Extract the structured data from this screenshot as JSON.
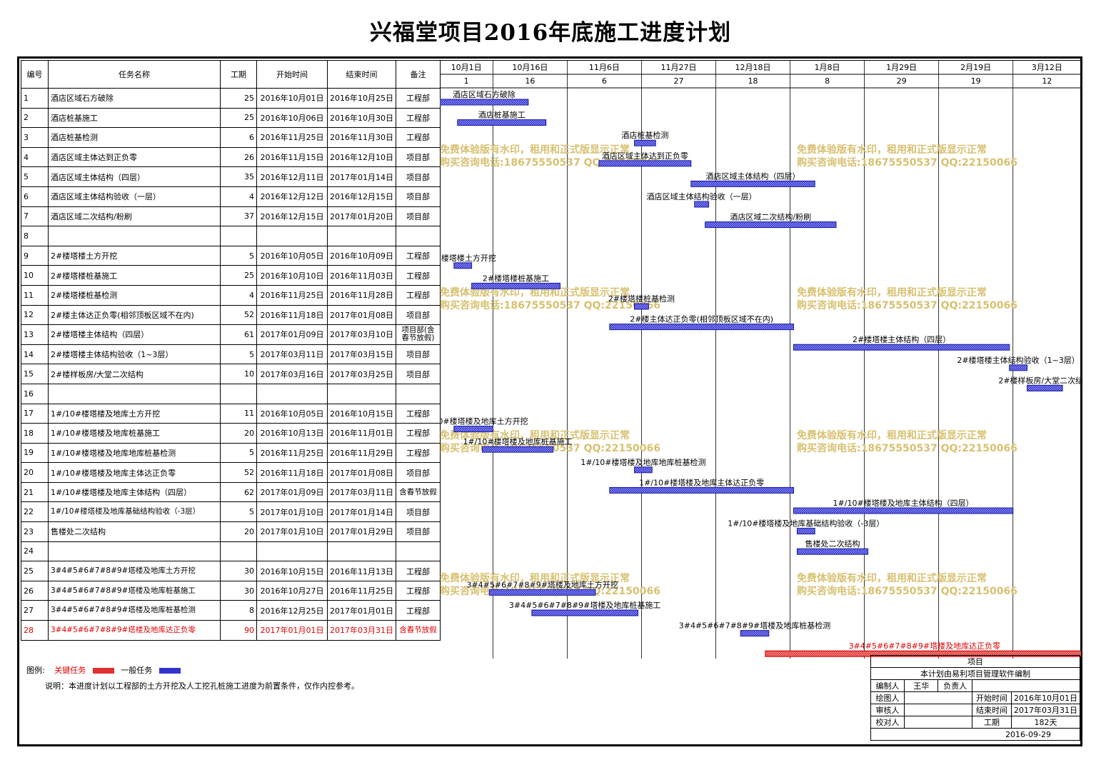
{
  "title": "兴福堂项目2016年底施工进度计划",
  "headers": [
    "编号",
    "任务名称",
    "工期",
    "开始时间",
    "结束时间",
    "备注"
  ],
  "timeline": {
    "weeks": [
      {
        "date": "10月1日",
        "day": "1",
        "offset": 0
      },
      {
        "date": "10月16日",
        "day": "16",
        "offset": 15
      },
      {
        "date": "11月6日",
        "day": "6",
        "offset": 36
      },
      {
        "date": "11月27日",
        "day": "27",
        "offset": 57
      },
      {
        "date": "12月18日",
        "day": "18",
        "offset": 78
      },
      {
        "date": "1月8日",
        "day": "8",
        "offset": 99
      },
      {
        "date": "1月29日",
        "day": "29",
        "offset": 120
      },
      {
        "date": "2月19日",
        "day": "19",
        "offset": 141
      },
      {
        "date": "3月12日",
        "day": "12",
        "offset": 162
      }
    ]
  },
  "tasks": [
    {
      "id": "1",
      "name": "酒店区域石方破除",
      "dur": "25",
      "start": "2016年10月01日",
      "end": "2016年10月25日",
      "note": "工程部",
      "s": 0,
      "d": 25
    },
    {
      "id": "2",
      "name": "酒店桩基施工",
      "dur": "25",
      "start": "2016年10月06日",
      "end": "2016年10月30日",
      "note": "工程部",
      "s": 5,
      "d": 25
    },
    {
      "id": "3",
      "name": "酒店桩基检测",
      "dur": "6",
      "start": "2016年11月25日",
      "end": "2016年11月30日",
      "note": "工程部",
      "s": 55,
      "d": 6
    },
    {
      "id": "4",
      "name": "酒店区域主体达到正负零",
      "dur": "26",
      "start": "2016年11月15日",
      "end": "2016年12月10日",
      "note": "项目部",
      "s": 45,
      "d": 26
    },
    {
      "id": "5",
      "name": "酒店区域主体结构（四层）",
      "dur": "35",
      "start": "2016年12月11日",
      "end": "2017年01月14日",
      "note": "项目部",
      "s": 71,
      "d": 35
    },
    {
      "id": "6",
      "name": "酒店区域主体结构验收（一层）",
      "dur": "4",
      "start": "2016年12月12日",
      "end": "2016年12月15日",
      "note": "项目部",
      "s": 72,
      "d": 4
    },
    {
      "id": "7",
      "name": "酒店区域二次结构/粉刷",
      "dur": "37",
      "start": "2016年12月15日",
      "end": "2017年01月20日",
      "note": "项目部",
      "s": 75,
      "d": 37
    },
    {
      "id": "8",
      "name": "",
      "dur": "",
      "start": "",
      "end": "",
      "note": ""
    },
    {
      "id": "9",
      "name": "2#楼塔楼土方开挖",
      "dur": "5",
      "start": "2016年10月05日",
      "end": "2016年10月09日",
      "note": "工程部",
      "s": 4,
      "d": 5
    },
    {
      "id": "10",
      "name": "2#楼塔楼桩基施工",
      "dur": "25",
      "start": "2016年10月10日",
      "end": "2016年11月03日",
      "note": "工程部",
      "s": 9,
      "d": 25
    },
    {
      "id": "11",
      "name": "2#楼塔楼桩基检测",
      "dur": "4",
      "start": "2016年11月25日",
      "end": "2016年11月28日",
      "note": "工程部",
      "s": 55,
      "d": 4
    },
    {
      "id": "12",
      "name": "2#楼主体达正负零(相邻顶板区域不在内)",
      "dur": "52",
      "start": "2016年11月18日",
      "end": "2017年01月08日",
      "note": "项目部",
      "s": 48,
      "d": 52
    },
    {
      "id": "13",
      "name": "2#楼塔楼主体结构（四层）",
      "dur": "61",
      "start": "2017年01月09日",
      "end": "2017年03月10日",
      "note": "项目部(含春节放假)",
      "s": 100,
      "d": 61
    },
    {
      "id": "14",
      "name": "2#楼塔楼主体结构验收（1~3层）",
      "dur": "5",
      "start": "2017年03月11日",
      "end": "2017年03月15日",
      "note": "项目部",
      "s": 161,
      "d": 5
    },
    {
      "id": "15",
      "name": "2#楼样板房/大堂二次结构",
      "dur": "10",
      "start": "2017年03月16日",
      "end": "2017年03月25日",
      "note": "项目部",
      "s": 166,
      "d": 10
    },
    {
      "id": "16",
      "name": "",
      "dur": "",
      "start": "",
      "end": "",
      "note": ""
    },
    {
      "id": "17",
      "name": "1#/10#楼塔楼及地库土方开挖",
      "dur": "11",
      "start": "2016年10月05日",
      "end": "2016年10月15日",
      "note": "工程部",
      "s": 4,
      "d": 11
    },
    {
      "id": "18",
      "name": "1#/10#楼塔楼及地库桩基施工",
      "dur": "20",
      "start": "2016年10月13日",
      "end": "2016年11月01日",
      "note": "工程部",
      "s": 12,
      "d": 20
    },
    {
      "id": "19",
      "name": "1#/10#楼塔楼及地库地库桩基检测",
      "dur": "5",
      "start": "2016年11月25日",
      "end": "2016年11月29日",
      "note": "工程部",
      "s": 55,
      "d": 5
    },
    {
      "id": "20",
      "name": "1#/10#楼塔楼及地库主体达正负零",
      "dur": "52",
      "start": "2016年11月18日",
      "end": "2017年01月08日",
      "note": "项目部",
      "s": 48,
      "d": 52
    },
    {
      "id": "21",
      "name": "1#/10#楼塔楼及地库主体结构（四层）",
      "dur": "62",
      "start": "2017年01月09日",
      "end": "2017年03月11日",
      "note": "含春节放假",
      "s": 100,
      "d": 62
    },
    {
      "id": "22",
      "name": "1#/10#楼塔楼及地库基础结构验收（-3层）",
      "dur": "5",
      "start": "2017年01月10日",
      "end": "2017年01月14日",
      "note": "项目部",
      "s": 101,
      "d": 5
    },
    {
      "id": "23",
      "name": "售楼处二次结构",
      "dur": "20",
      "start": "2017年01月10日",
      "end": "2017年01月29日",
      "note": "项目部",
      "s": 101,
      "d": 20
    },
    {
      "id": "24",
      "name": "",
      "dur": "",
      "start": "",
      "end": "",
      "note": ""
    },
    {
      "id": "25",
      "name": "3#4#5#6#7#8#9#塔楼及地库土方开挖",
      "dur": "30",
      "start": "2016年10月15日",
      "end": "2016年11月13日",
      "note": "工程部",
      "s": 14,
      "d": 30
    },
    {
      "id": "26",
      "name": "3#4#5#6#7#8#9#塔楼及地库桩基施工",
      "dur": "30",
      "start": "2016年10月27日",
      "end": "2016年11月25日",
      "note": "工程部",
      "s": 26,
      "d": 30
    },
    {
      "id": "27",
      "name": "3#4#5#6#7#8#9#塔楼及地库桩基检测",
      "dur": "8",
      "start": "2016年12月25日",
      "end": "2017年01月01日",
      "note": "工程部",
      "s": 85,
      "d": 8
    },
    {
      "id": "28",
      "name": "3#4#5#6#7#8#9#塔楼及地库达正负零",
      "dur": "90",
      "start": "2017年01月01日",
      "end": "2017年03月31日",
      "note": "含春节放假",
      "s": 92,
      "d": 90,
      "critical": true
    }
  ],
  "watermark": {
    "line1": "免费体验版有水印，租用和正式版显示正常",
    "line2": "购买咨询电话:18675550537 QQ:22150066"
  },
  "legend": {
    "label": "图例:",
    "critical": "关键任务",
    "normal": "一般任务",
    "note": "说明：本进度计划以工程部的土方开挖及人工挖孔桩施工进度为前置条件，仅作内控参考。"
  },
  "footer": {
    "project_label": "项目",
    "software": "本计划由易利项目管理软件编制",
    "editor_label": "编制人",
    "editor": "王华",
    "owner_label": "负责人",
    "drawer_label": "绘图人",
    "start_label": "开始时间",
    "start": "2016年10月01日",
    "reviewer_label": "审核人",
    "end_label": "结束时间",
    "end": "2017年03月31日",
    "checker_label": "校对人",
    "dur_label": "工期",
    "dur": "182天",
    "date": "2016-09-29"
  },
  "colors": {
    "normal_bar": "#3333cc",
    "critical_bar": "#e03030",
    "critical_text": "#e00000",
    "watermark": "#d8c070"
  }
}
